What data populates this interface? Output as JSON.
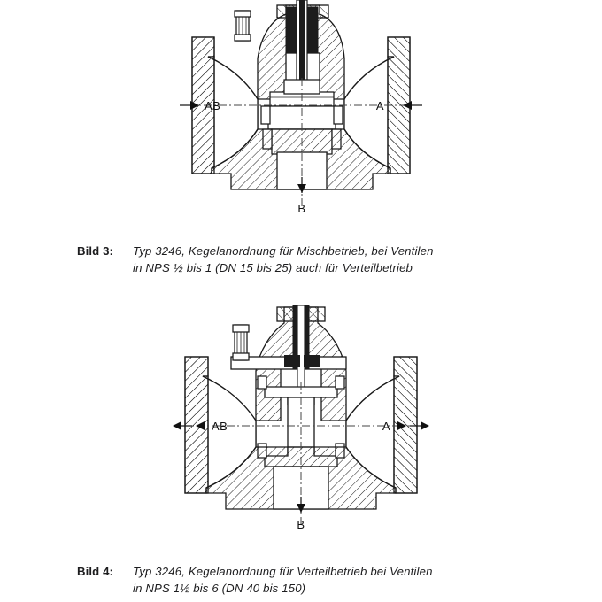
{
  "document": {
    "type": "technical-datasheet-page",
    "language": "de"
  },
  "figures": [
    {
      "id": "figure-1",
      "label": "Bild 3:",
      "caption_lines": [
        "Typ 3246, Kegelanordnung für Mischbetrieb, bei Ventilen",
        "in NPS ½ bis 1 (DN 15 bis 25) auch für Verteilbetrieb"
      ],
      "drawing": {
        "title": "valve-cross-section-mixing",
        "ports": [
          {
            "name": "port-ab",
            "label": "AB",
            "position": "left",
            "flow": "inward"
          },
          {
            "name": "port-a",
            "label": "A",
            "position": "right",
            "flow": "inward"
          },
          {
            "name": "port-b",
            "label": "B",
            "position": "bottom",
            "flow": "inward"
          }
        ]
      }
    },
    {
      "id": "figure-2",
      "label": "Bild 4:",
      "caption_lines": [
        "Typ 3246, Kegelanordnung für Verteilbetrieb bei Ventilen",
        "in NPS 1½ bis 6 (DN 40 bis 150)"
      ],
      "drawing": {
        "title": "valve-cross-section-diverting",
        "ports": [
          {
            "name": "port-ab",
            "label": "AB",
            "position": "left",
            "flow": "outward"
          },
          {
            "name": "port-a",
            "label": "A",
            "position": "right",
            "flow": "outward"
          },
          {
            "name": "port-b",
            "label": "B",
            "position": "bottom",
            "flow": "inward"
          }
        ]
      }
    }
  ],
  "colors": {
    "text": "#1d1d1f",
    "line": "#1a1a1a",
    "background": "#ffffff"
  }
}
